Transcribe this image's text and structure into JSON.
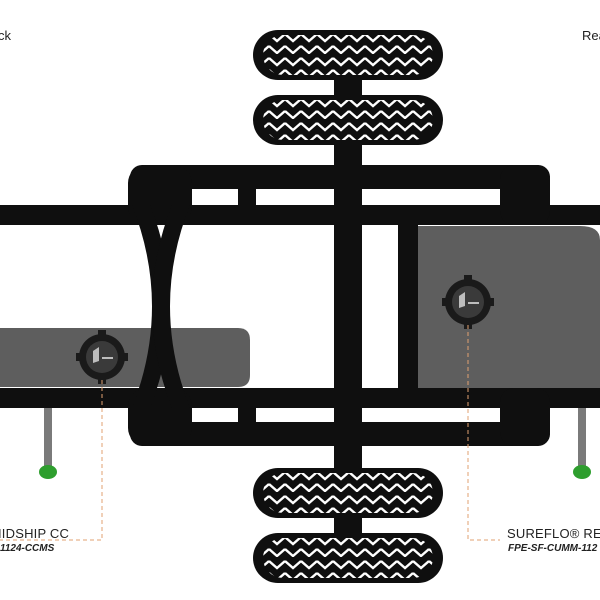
{
  "labels": {
    "top_left": "ck",
    "top_right": "Rea",
    "midship_name": "IIDSHIP CC",
    "midship_part": "1124-CCMS",
    "rear_name": "SUREFLO® REA",
    "rear_part": "FPE-SF-CUMM-112"
  },
  "icons": {
    "tire": "tire-tread-icon",
    "cap": "fuel-cap-icon"
  },
  "colors": {
    "frame": "#0f0f0f",
    "tank": "#5e5e5e",
    "cap_ring": "#1a1a1a",
    "cap_face": "#3a3a3a",
    "leader": "#e0a070",
    "vent_tip": "#2e9e2e",
    "vent_tube": "#7a7a7a"
  }
}
